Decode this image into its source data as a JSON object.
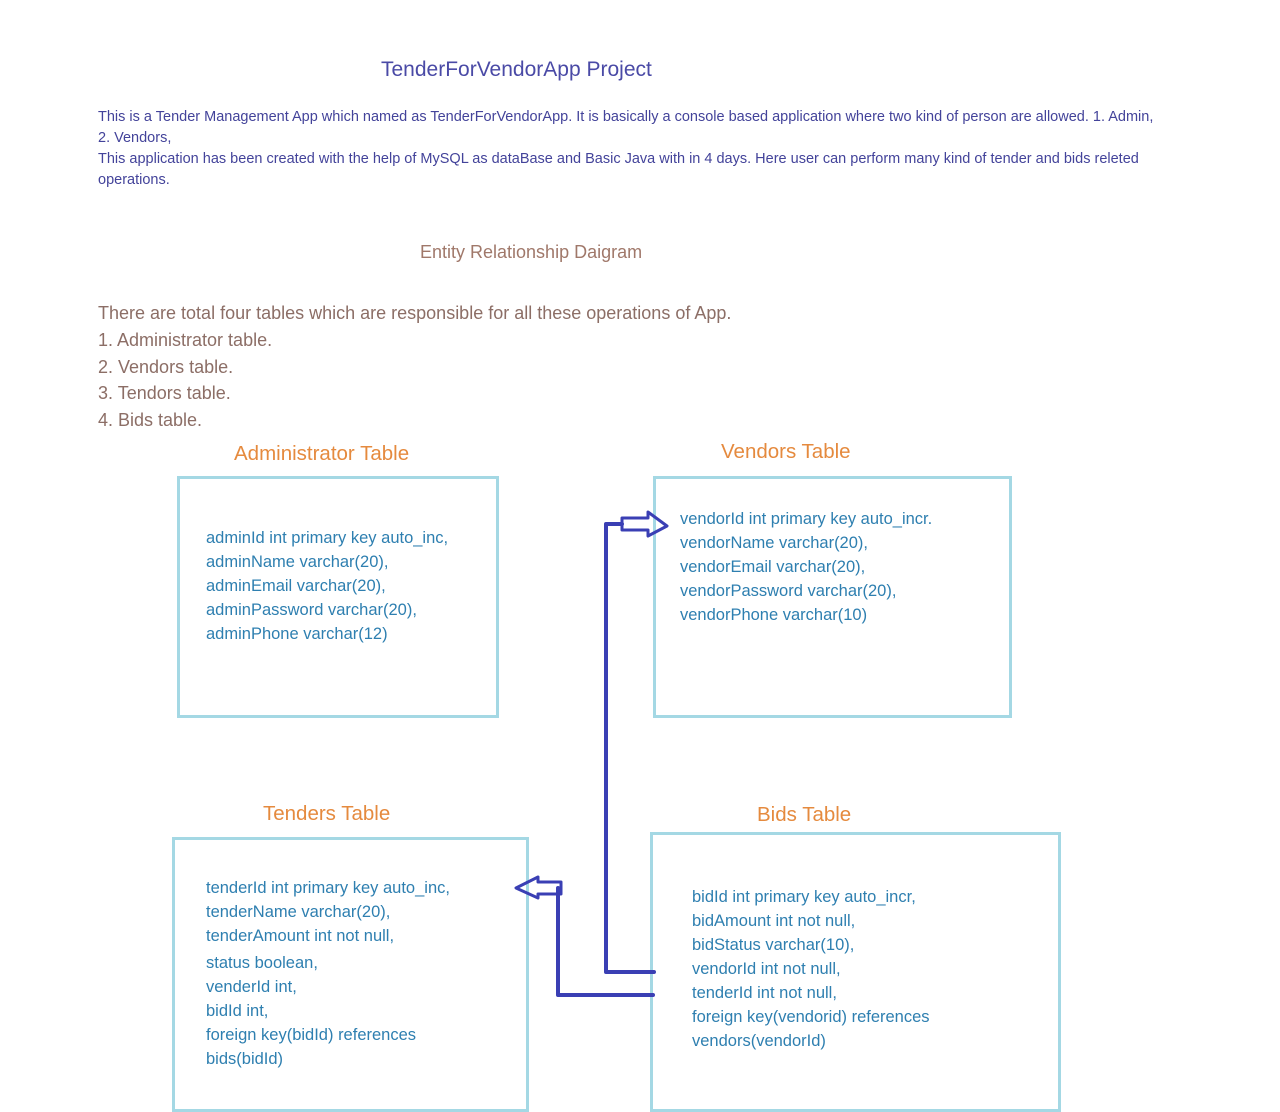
{
  "document": {
    "title": "TenderForVendorApp Project",
    "intro": [
      "This is a Tender Management App which named as TenderForVendorApp. It is basically a console based application where two kind of person are allowed. 1. Admin, 2. Vendors,",
      "This application has been created with the help of MySQL as dataBase and Basic Java with in 4 days. Here user can perform many kind of tender and bids releted operations."
    ],
    "erd_title": "Entity Relationship Daigram",
    "tables_intro": "There are total four tables which are responsible for all these operations of App.",
    "tables_list": [
      "1. Administrator table.",
      "2. Vendors table.",
      "3. Tendors table.",
      "4. Bids table."
    ]
  },
  "diagram": {
    "colors": {
      "heading": "#e58a3e",
      "box_border": "#a4d8e4",
      "field_text": "#2e7fb0",
      "connector": "#3a3fb4"
    },
    "tables": {
      "administrator": {
        "heading": "Administrator Table",
        "fields": [
          "adminId int primary key auto_inc,",
          "adminName varchar(20),",
          "adminEmail varchar(20),",
          "adminPassword varchar(20),",
          "adminPhone varchar(12)"
        ]
      },
      "vendors": {
        "heading": "Vendors Table",
        "fields": [
          "vendorId int primary key auto_incr.",
          "vendorName varchar(20),",
          "vendorEmail varchar(20),",
          "vendorPassword varchar(20),",
          "vendorPhone varchar(10)"
        ]
      },
      "tenders": {
        "heading": "Tenders Table",
        "fields": [
          "tenderId int primary key auto_inc,",
          "tenderName varchar(20),",
          "tenderAmount int not null,",
          "status boolean,",
          "venderId int,",
          "bidId int,",
          "foreign key(bidId) references",
          "bids(bidId)"
        ]
      },
      "bids": {
        "heading": "Bids Table",
        "fields": [
          "bidId int primary key auto_incr,",
          "bidAmount int not null,",
          "bidStatus varchar(10),",
          "vendorId int not null,",
          "tenderId int not null,",
          "foreign key(vendorid) references",
          "vendors(vendorId)"
        ]
      }
    },
    "relationships": [
      {
        "from": "bids",
        "to": "vendors"
      },
      {
        "from": "bids",
        "to": "tenders"
      }
    ]
  }
}
